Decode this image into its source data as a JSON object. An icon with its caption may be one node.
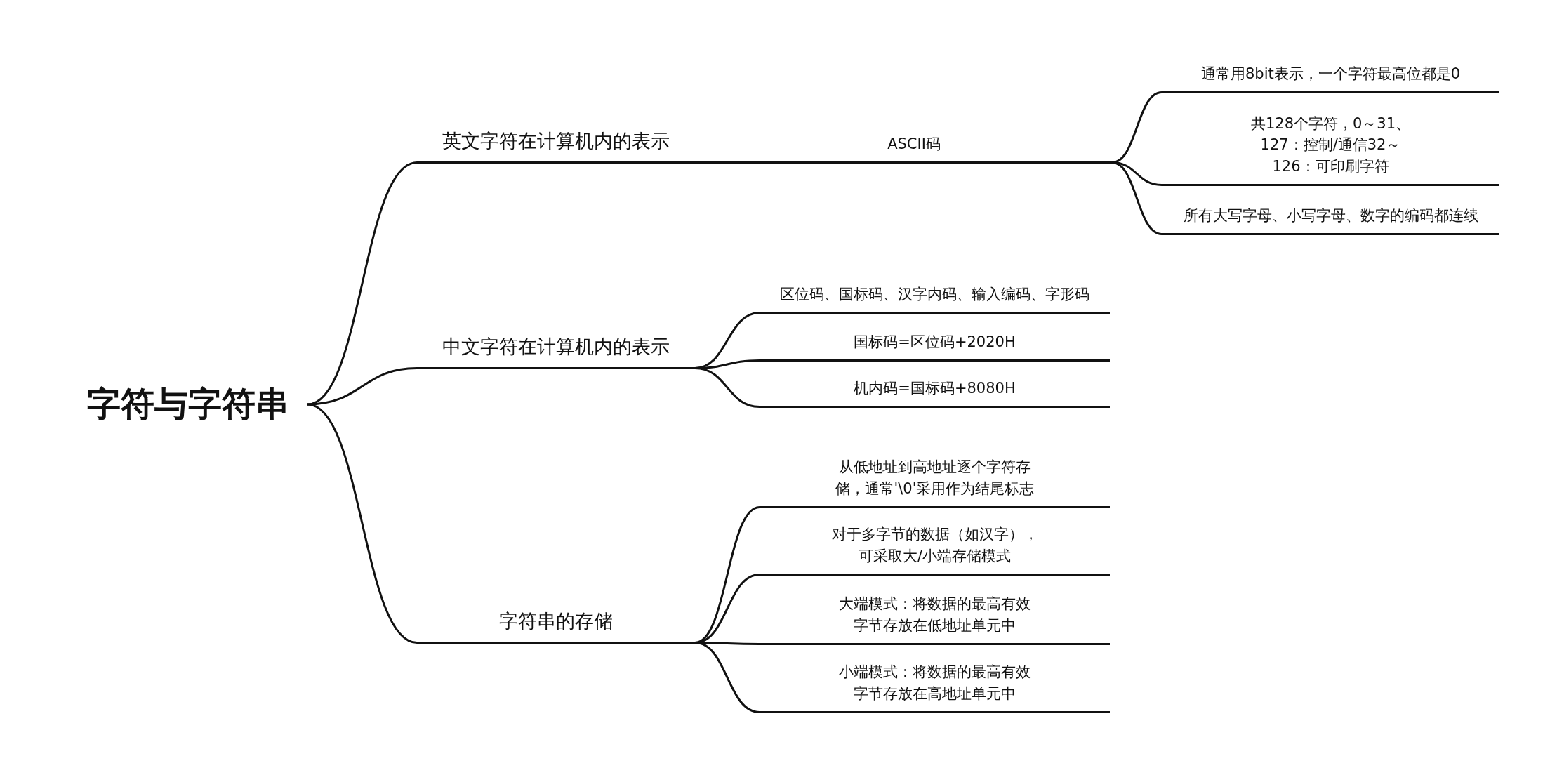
{
  "diagram": {
    "nodes": [
      {
        "text": [
          "字符与字符串"
        ]
      },
      {
        "text": [
          "英文字符在计算机内的表示"
        ]
      },
      {
        "text": [
          "ASCII码"
        ]
      },
      {
        "text": [
          "通常用8bit表示，一个字符最高位都是0"
        ]
      },
      {
        "text": [
          "共128个字符，0～31、127：控制/通信32～126：可印刷字符"
        ]
      },
      {
        "text": [
          "所有大写字母、小写字母、数字的编码都连续"
        ]
      },
      {
        "text": [
          "中文字符在计算机内的表示"
        ]
      },
      {
        "text": [
          "区位码、国标码、汉字内码、输入编码、字形码"
        ]
      },
      {
        "text": [
          "国标码=区位码+2020H"
        ]
      },
      {
        "text": [
          "机内码=国标码+8080H"
        ]
      },
      {
        "text": [
          "字符串的存储"
        ]
      },
      {
        "text": [
          "从低地址到高地址逐个字符存储，通常'\\0'采用作为结尾标志"
        ]
      },
      {
        "text": [
          "对于多字节的数据（如汉字），可采取大/小端存储模式"
        ]
      },
      {
        "text": [
          "大端模式：将数据的最高有效字节存放在低地址单元中"
        ]
      },
      {
        "text": [
          "小端模式：将数据的最高有效字节存放在高地址单元中"
        ]
      }
    ],
    "edges": [
      {
        "from": 0,
        "to": 1,
        "arrow": "none"
      },
      {
        "from": 1,
        "to": 2,
        "arrow": "none"
      },
      {
        "from": 2,
        "to": 3,
        "arrow": "none"
      },
      {
        "from": 2,
        "to": 4,
        "arrow": "none"
      },
      {
        "from": 2,
        "to": 5,
        "arrow": "none"
      },
      {
        "from": 0,
        "to": 6,
        "arrow": "none"
      },
      {
        "from": 6,
        "to": 7,
        "arrow": "none"
      },
      {
        "from": 6,
        "to": 8,
        "arrow": "none"
      },
      {
        "from": 6,
        "to": 9,
        "arrow": "none"
      },
      {
        "from": 0,
        "to": 10,
        "arrow": "none"
      },
      {
        "from": 10,
        "to": 11,
        "arrow": "none"
      },
      {
        "from": 10,
        "to": 12,
        "arrow": "none"
      },
      {
        "from": 10,
        "to": 13,
        "arrow": "none"
      },
      {
        "from": 10,
        "to": 14,
        "arrow": "none"
      }
    ]
  }
}
